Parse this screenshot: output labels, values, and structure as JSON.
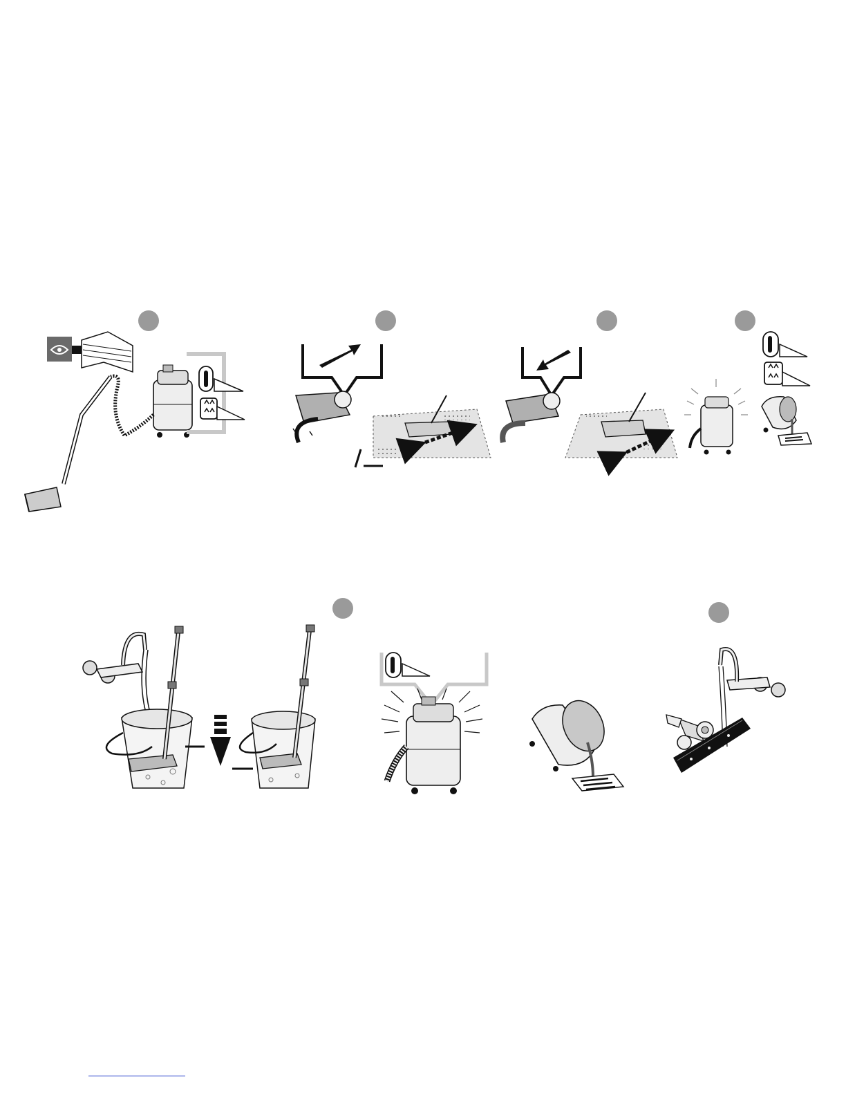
{
  "document": {
    "type": "wordless instruction manual page (illustrations only)",
    "step_markers": 7,
    "colors": {
      "ink": "#111111",
      "step_marker": "#9a9a9a",
      "panel_gray": "#c8c8c8",
      "device_fill": "#eeeeee",
      "mid_gray": "#b0b0b0",
      "footer_rule": "#1a35c8"
    },
    "icons": [
      "read-manual-icon",
      "power-switch-icon",
      "water-mode-icon",
      "vacuum-cleaner",
      "floor-nozzle",
      "bucket",
      "faucet",
      "drain-grate",
      "arrow-icon"
    ]
  }
}
